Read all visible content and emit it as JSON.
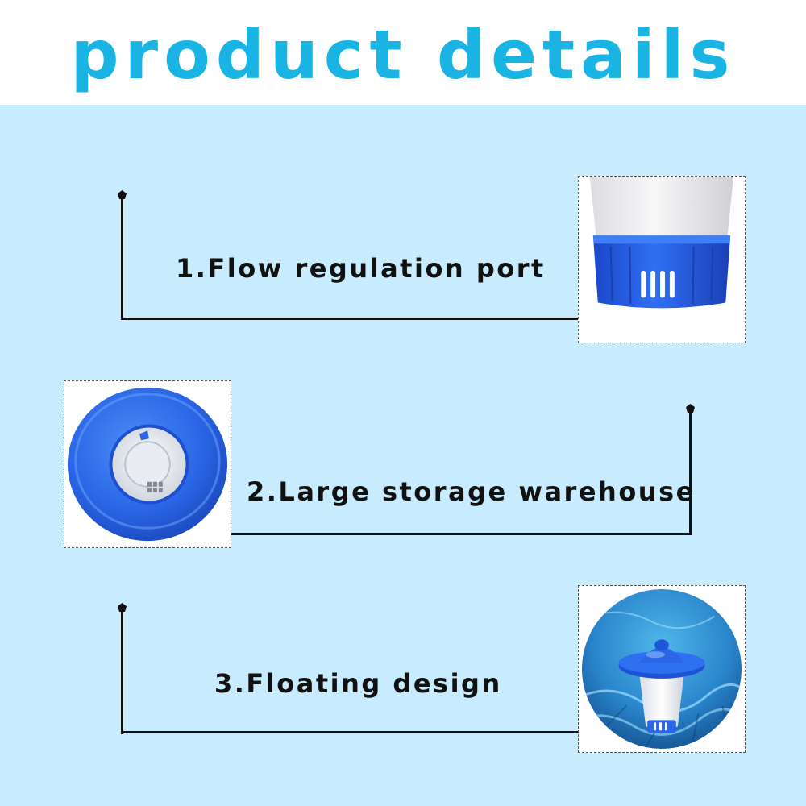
{
  "header": {
    "title": "product details"
  },
  "features": [
    {
      "label": "1.Flow regulation port",
      "image_icon": "dispenser-base-vents-photo"
    },
    {
      "label": "2.Large storage warehouse",
      "image_icon": "dispenser-top-view-photo"
    },
    {
      "label": "3.Floating design",
      "image_icon": "dispenser-floating-in-pool-photo"
    }
  ],
  "colors": {
    "title": "#19b4e4",
    "background": "#c8ecfd",
    "accent_blue": "#1f5ee8",
    "text": "#111111"
  }
}
